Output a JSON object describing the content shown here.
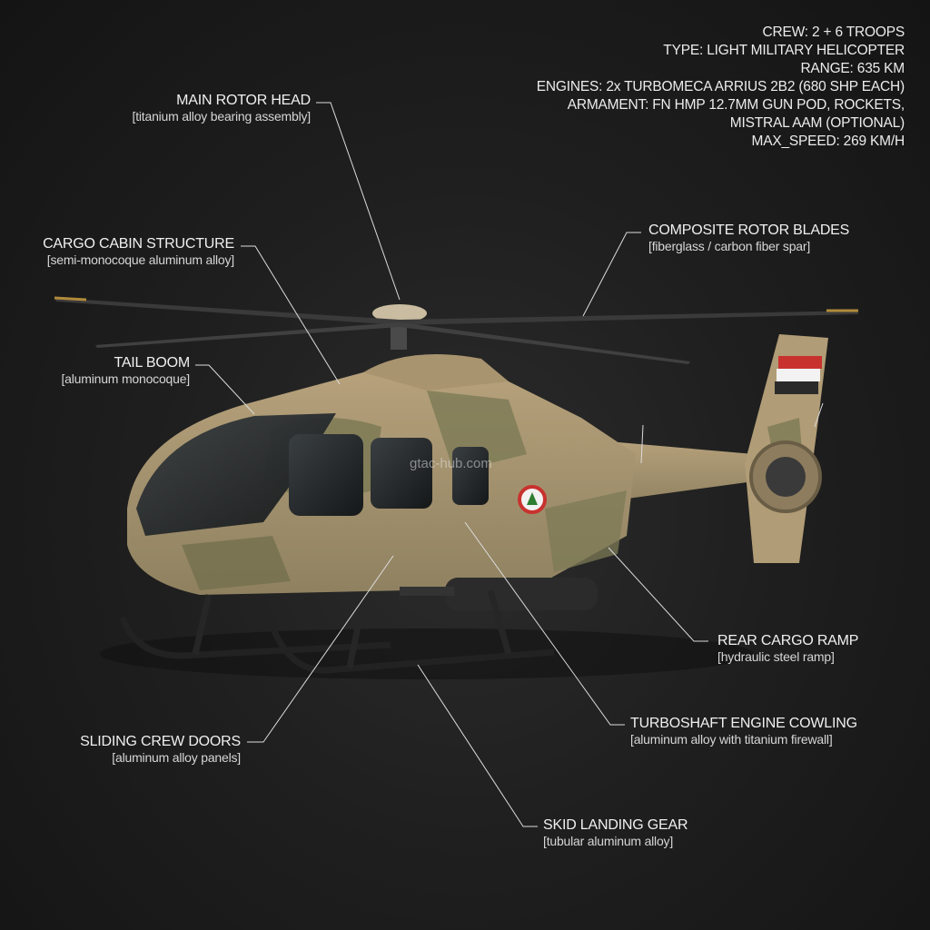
{
  "specs": [
    "CREW: 2 + 6 TROOPS",
    "TYPE: LIGHT MILITARY HELICOPTER",
    "RANGE: 635 KM",
    "ENGINES: 2x TURBOMECA ARRIUS 2B2 (680 SHP EACH)",
    "ARMAMENT: FN HMP 12.7MM GUN POD, ROCKETS,",
    "MISTRAL AAM (OPTIONAL)",
    "MAX_SPEED: 269 KM/H"
  ],
  "callouts": {
    "main_rotor_head": {
      "title": "MAIN ROTOR HEAD",
      "sub": "[titanium alloy bearing assembly]"
    },
    "cargo_cabin": {
      "title": "CARGO CABIN STRUCTURE",
      "sub": "[semi-monocoque aluminum alloy]"
    },
    "tail_boom": {
      "title": "TAIL BOOM",
      "sub": "[aluminum monocoque]"
    },
    "rotor_blades": {
      "title": "COMPOSITE ROTOR BLADES",
      "sub": "[fiberglass / carbon fiber spar]"
    },
    "rear_ramp": {
      "title": "REAR CARGO RAMP",
      "sub": "[hydraulic steel ramp]"
    },
    "engine_cowling": {
      "title": "TURBOSHAFT ENGINE COWLING",
      "sub": "[aluminum alloy with titanium firewall]"
    },
    "crew_doors": {
      "title": "SLIDING CREW DOORS",
      "sub": "[aluminum alloy panels]"
    },
    "landing_gear": {
      "title": "SKID LANDING GEAR",
      "sub": "[tubular aluminum alloy]"
    }
  },
  "watermark": "gtac-hub.com",
  "colors": {
    "background": "#1f1f1f",
    "camo_tan": "#b59f78",
    "camo_green": "#7c7a55",
    "flag_red": "#c8322e",
    "flag_black": "#2a2a2a"
  }
}
